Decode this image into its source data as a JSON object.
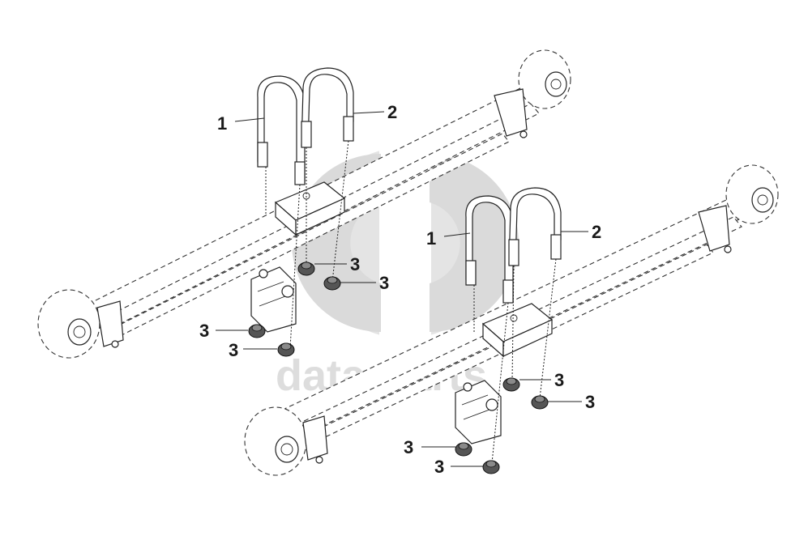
{
  "diagram": {
    "watermark": {
      "text": "data-parts",
      "color": "#c8c8c8"
    },
    "callouts": {
      "ubolt_a": "1",
      "ubolt_b": "2",
      "nut": "3"
    }
  }
}
